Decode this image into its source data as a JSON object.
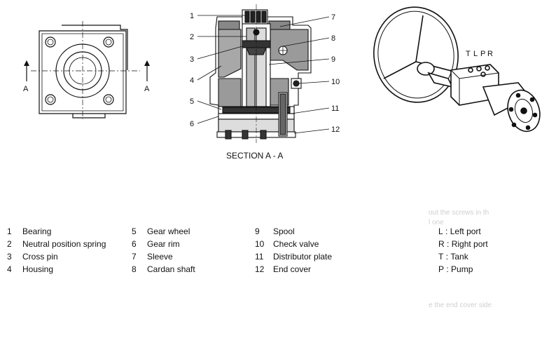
{
  "figure": {
    "section_caption": "SECTION A - A",
    "section_marker": "A",
    "callouts": [
      "1",
      "2",
      "3",
      "4",
      "5",
      "6",
      "7",
      "8",
      "9",
      "10",
      "11",
      "12"
    ],
    "port_letters": [
      "T",
      "L",
      "P",
      "R"
    ]
  },
  "parts": [
    {
      "num": "1",
      "name": "Bearing"
    },
    {
      "num": "2",
      "name": "Neutral position spring"
    },
    {
      "num": "3",
      "name": "Cross pin"
    },
    {
      "num": "4",
      "name": "Housing"
    },
    {
      "num": "5",
      "name": "Gear wheel"
    },
    {
      "num": "6",
      "name": "Gear rim"
    },
    {
      "num": "7",
      "name": "Sleeve"
    },
    {
      "num": "8",
      "name": "Cardan shaft"
    },
    {
      "num": "9",
      "name": "Spool"
    },
    {
      "num": "10",
      "name": "Check valve"
    },
    {
      "num": "11",
      "name": "Distributor plate"
    },
    {
      "num": "12",
      "name": "End cover"
    }
  ],
  "ports": [
    {
      "code": "L",
      "sep": ":",
      "name": "Left port"
    },
    {
      "code": "R",
      "sep": ":",
      "name": "Right port"
    },
    {
      "code": "T",
      "sep": ":",
      "name": "Tank"
    },
    {
      "code": "P",
      "sep": ":",
      "name": "Pump"
    }
  ],
  "background_text": {
    "line1": "out the screws in th",
    "line2": "l one",
    "line3": "e the end cover side"
  }
}
